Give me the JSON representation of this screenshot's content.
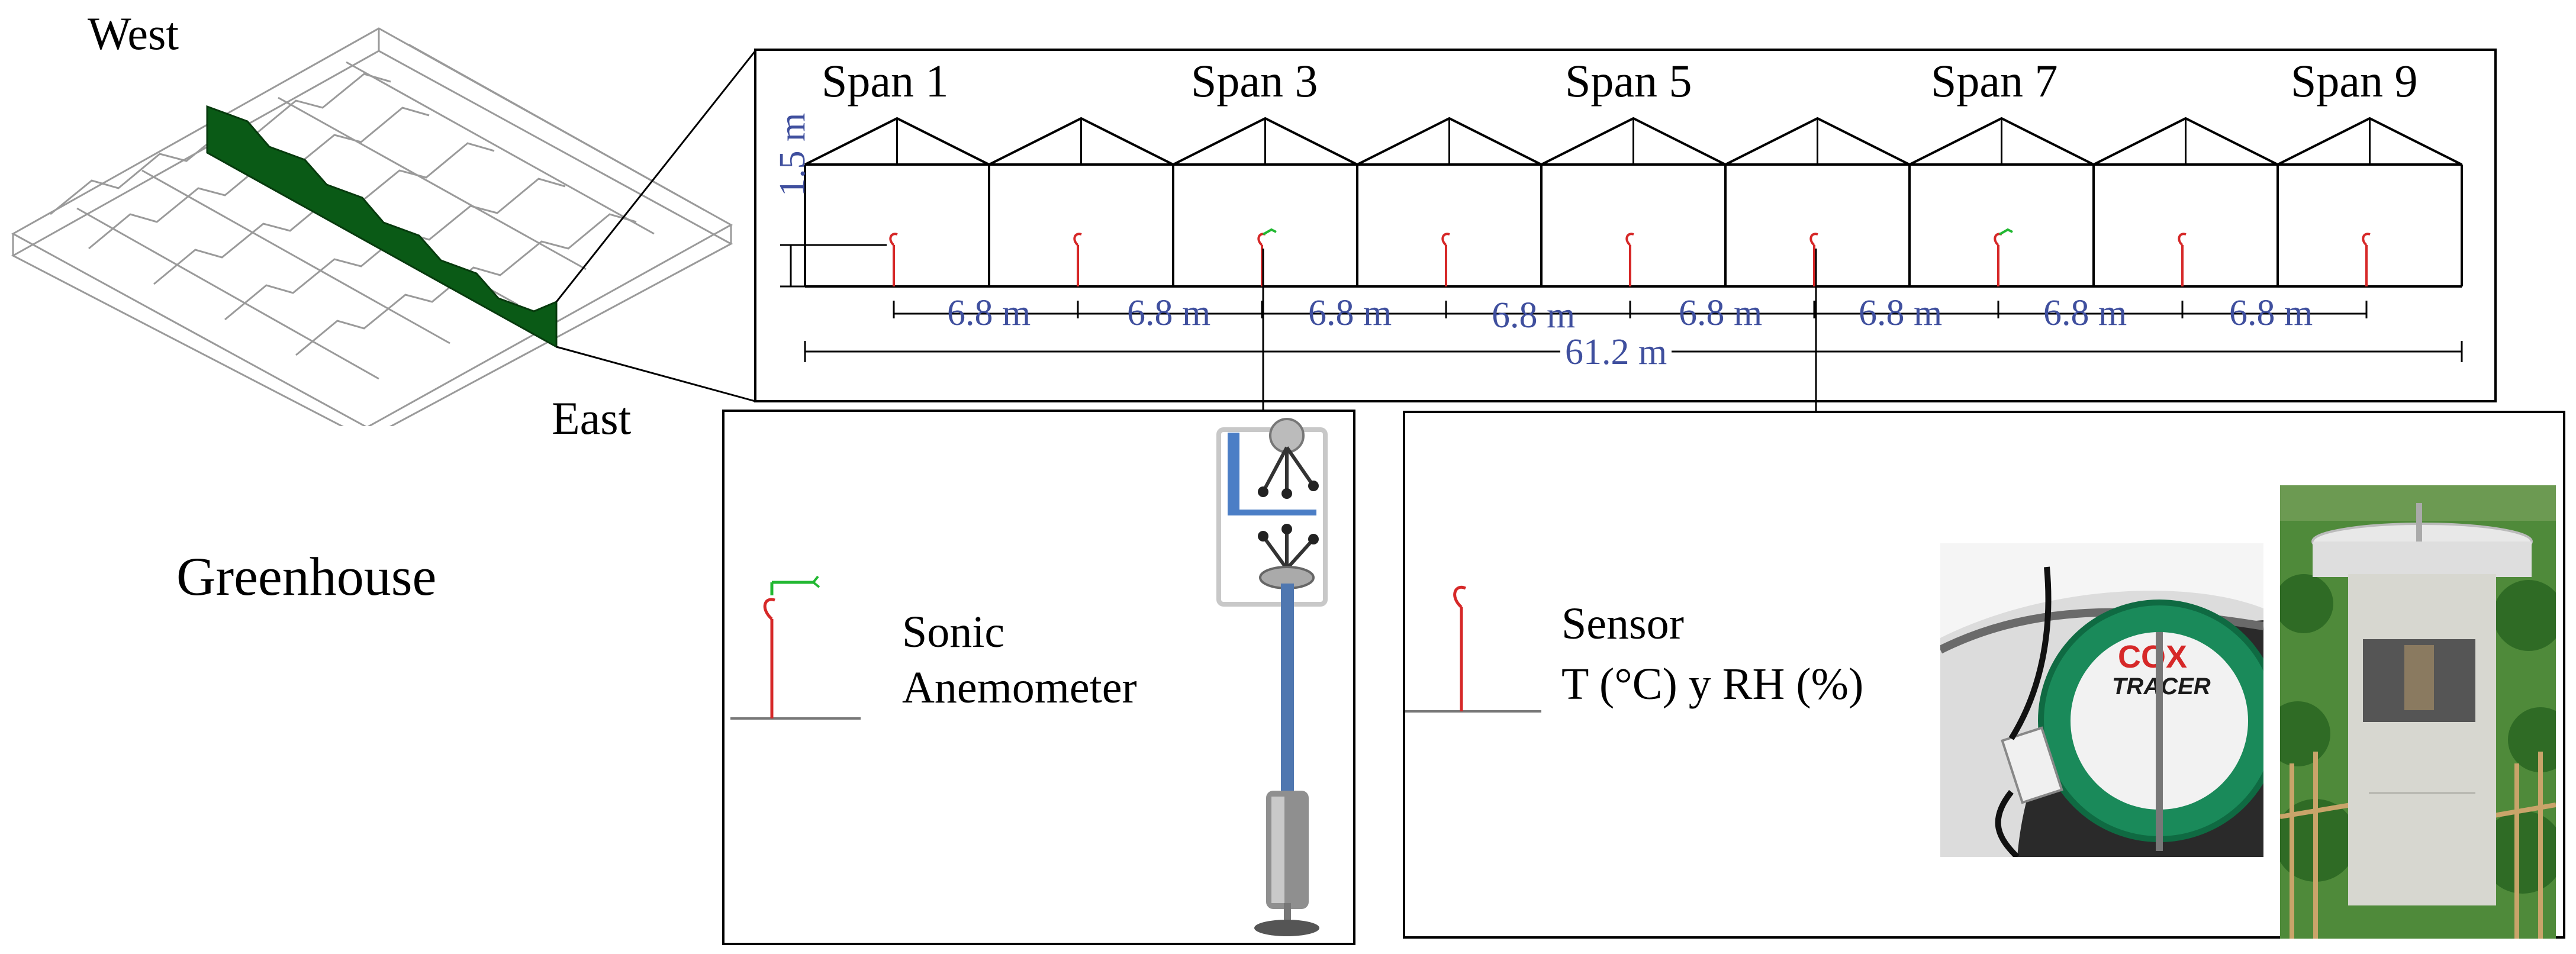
{
  "greenhouse": {
    "west_label": "West",
    "east_label": "East",
    "title": "Greenhouse",
    "highlight_color": "#0a5a16"
  },
  "section": {
    "span_labels": [
      "Span 1",
      "Span 3",
      "Span 5",
      "Span 7",
      "Span 9"
    ],
    "height_label": "1.5 m",
    "spacing_labels": [
      "6.8 m",
      "6.8 m",
      "6.8 m",
      "6.8 m",
      "6.8 m",
      "6.8 m",
      "6.8 m",
      "6.8 m"
    ],
    "total_label": "61.2 m",
    "sensor_types": [
      "th",
      "th",
      "sonic",
      "th",
      "th",
      "th",
      "sonic",
      "th",
      "th"
    ],
    "dimension_color": "#3f4f9e",
    "sensor_color": "#d62828",
    "sonic_color": "#22b832"
  },
  "legend_sonic": {
    "line1": "Sonic",
    "line2": "Anemometer",
    "photo_icon": "sonic-anemometer-photo"
  },
  "legend_sensor": {
    "line1": "Sensor",
    "line2": "T (°C) y RH (%)",
    "photo1_icon": "tracer-logger-photo",
    "photo2_icon": "radiation-shield-photo",
    "logger_brand": "COX",
    "logger_model": "TRACER"
  }
}
